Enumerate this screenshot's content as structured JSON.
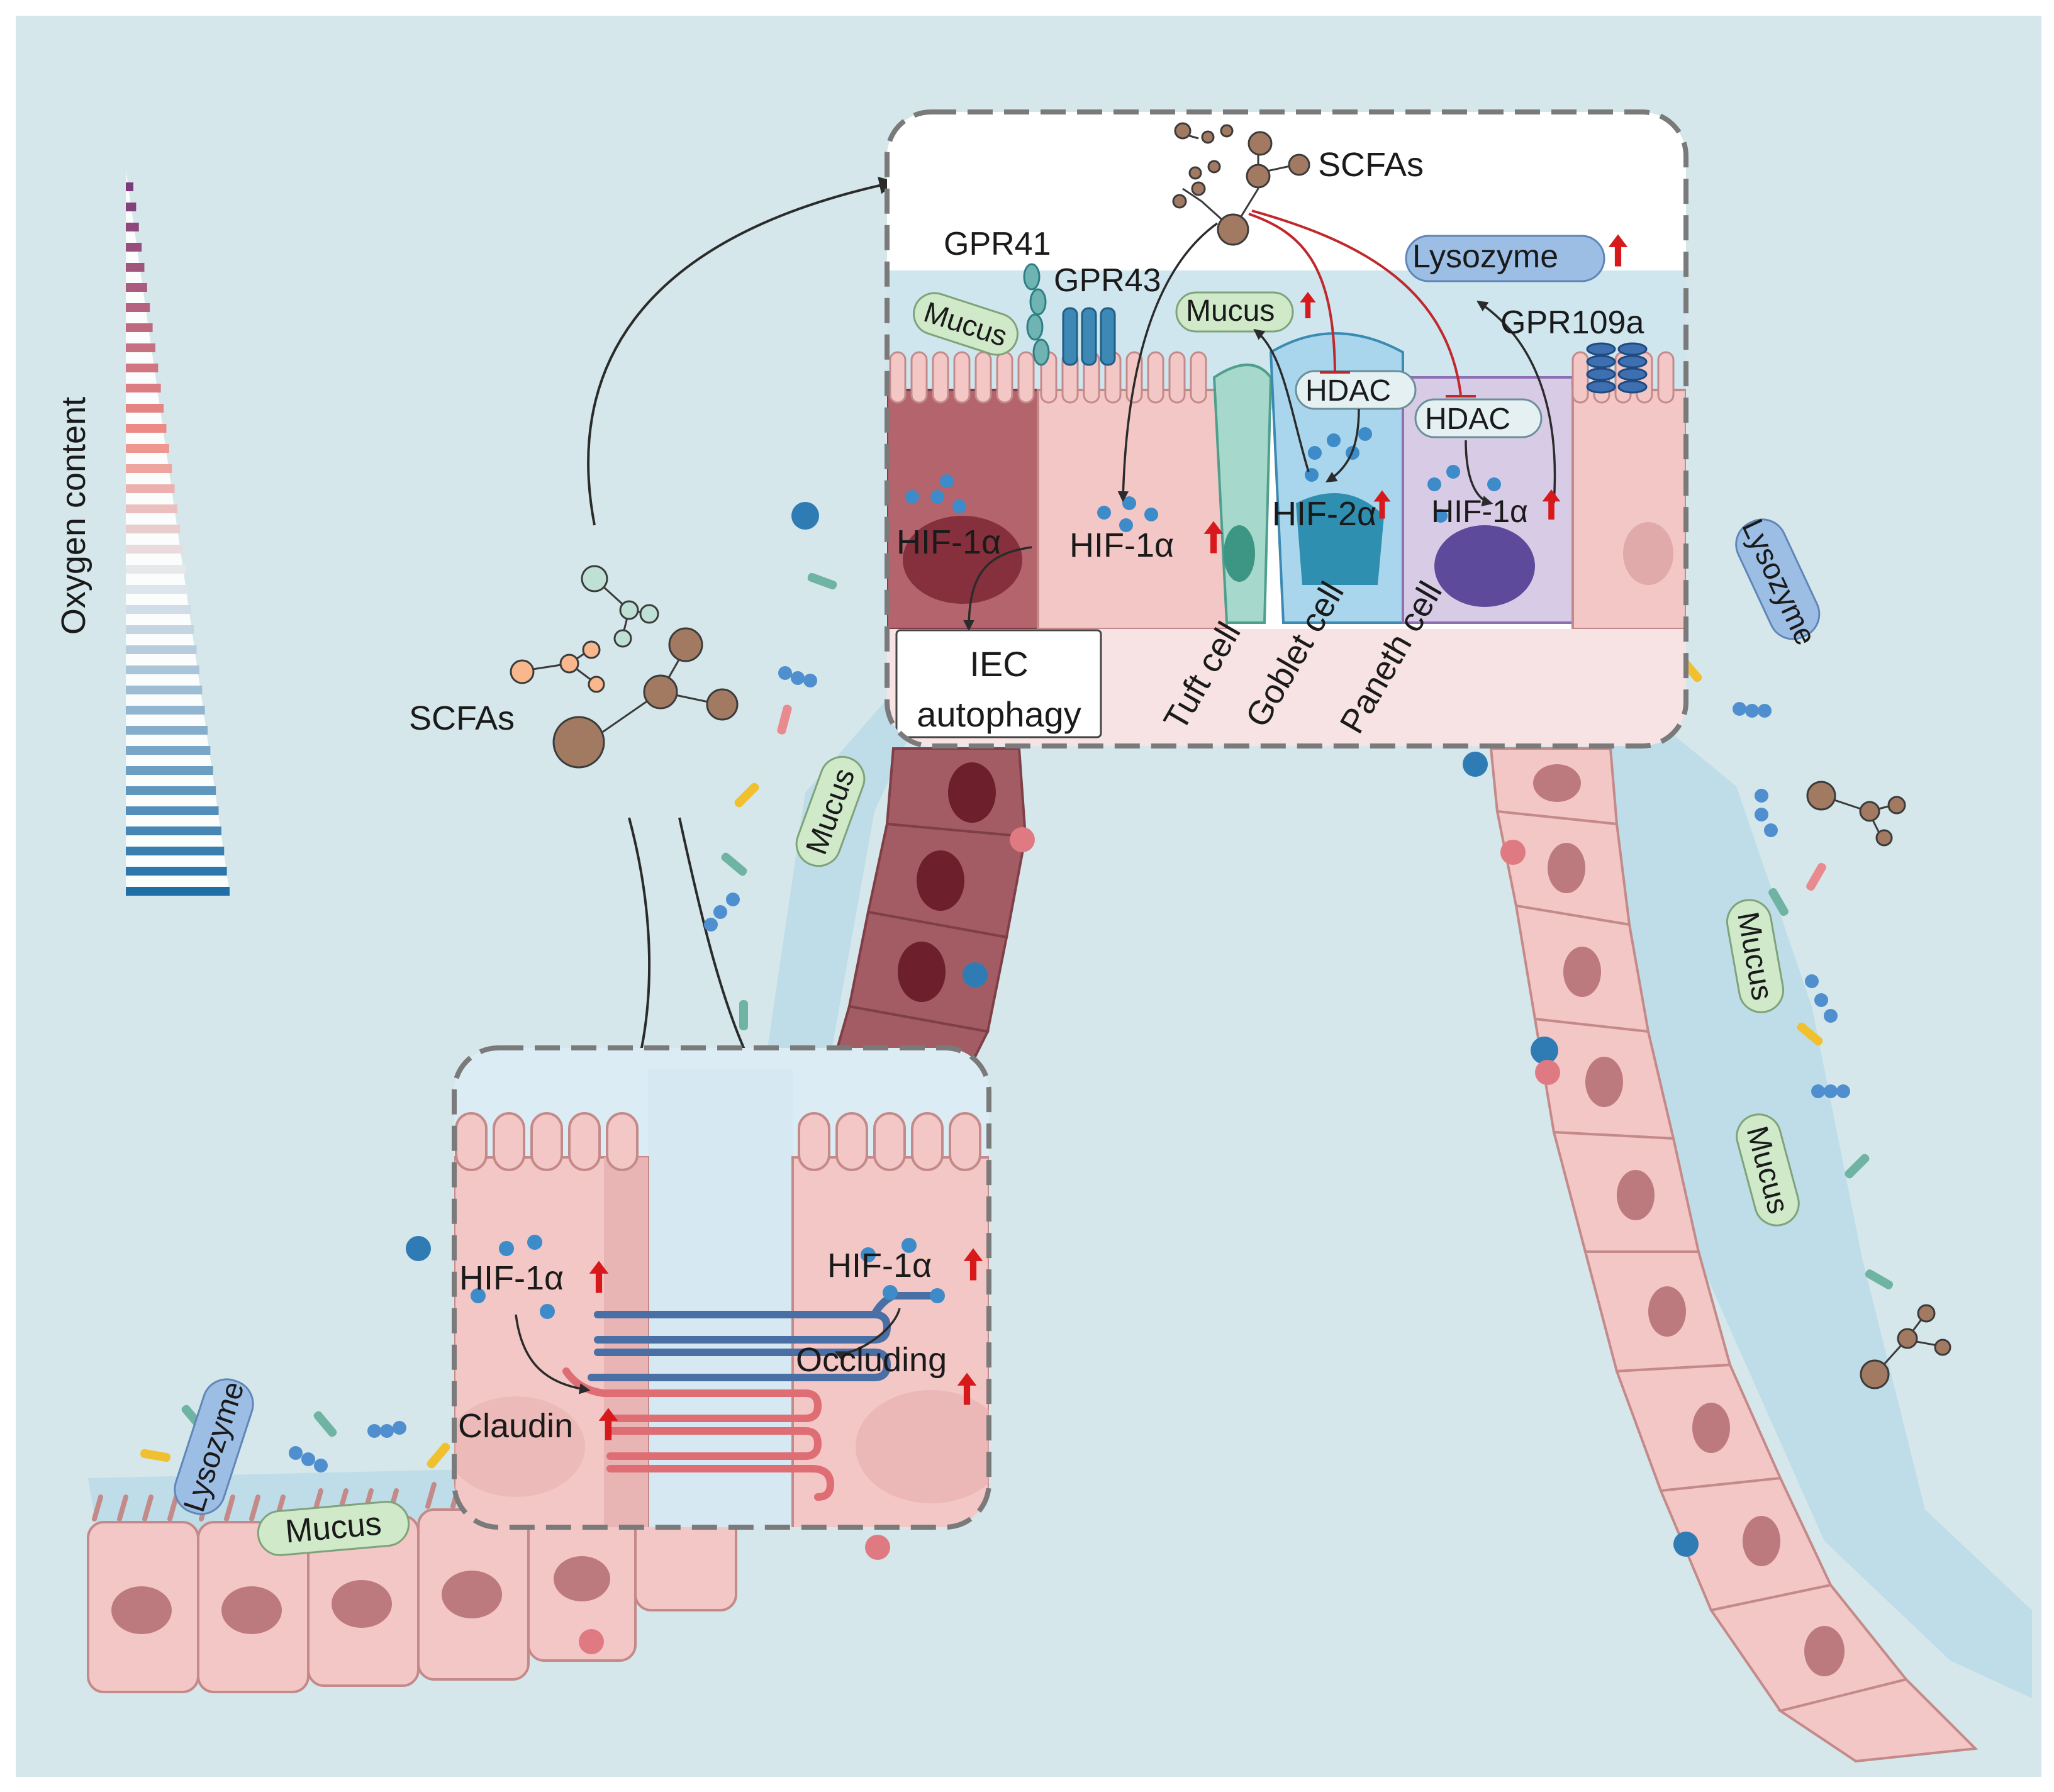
{
  "gradient_label": "Oxygen content",
  "scfas_center": "SCFAs",
  "scfas_top": "SCFAs",
  "lysozyme_left": "Lysozyme",
  "lysozyme_right": "Lysozyme",
  "lysozyme_top": "Lysozyme",
  "mucus": {
    "bottom": "Mucus",
    "left_villus": "Mucus",
    "right_1": "Mucus",
    "right_2": "Mucus",
    "top_left": "Mucus",
    "top_goblet": "Mucus"
  },
  "receptors": {
    "gpr41": "GPR41",
    "gpr43": "GPR43",
    "gpr109a": "GPR109a"
  },
  "hdac_1": "HDAC",
  "hdac_2": "HDAC",
  "hif": {
    "top_cell1": "HIF-1α",
    "top_cell2": "HIF-1α",
    "top_goblet": "HIF-2α",
    "top_paneth": "HIF-1α",
    "bottom_left": "HIF-1α",
    "bottom_right": "HIF-1α"
  },
  "iec_autophagy": [
    "IEC",
    "autophagy"
  ],
  "cell_types": {
    "tuft": "Tuft cell",
    "goblet": "Goblet cell",
    "paneth": "Paneth cell"
  },
  "junctions": {
    "claudin": "Claudin",
    "occluding": "Occluding"
  },
  "colors": {
    "background": "#d5e7ea",
    "epithelium": "#f3c7c5",
    "epithelium_dark": "#a45c64",
    "mucus_layer": "#b9dbe7",
    "mucus_blob": "#cfe9c9",
    "lysozyme": "#9cbde4",
    "arrow_up": "#d7191c",
    "inhibit": "#c0282c",
    "scfa": "#a27a62",
    "oxygen_high": "#7b3a7a",
    "oxygen_mid": "#f08c84",
    "oxygen_low": "#1f6ea6"
  }
}
